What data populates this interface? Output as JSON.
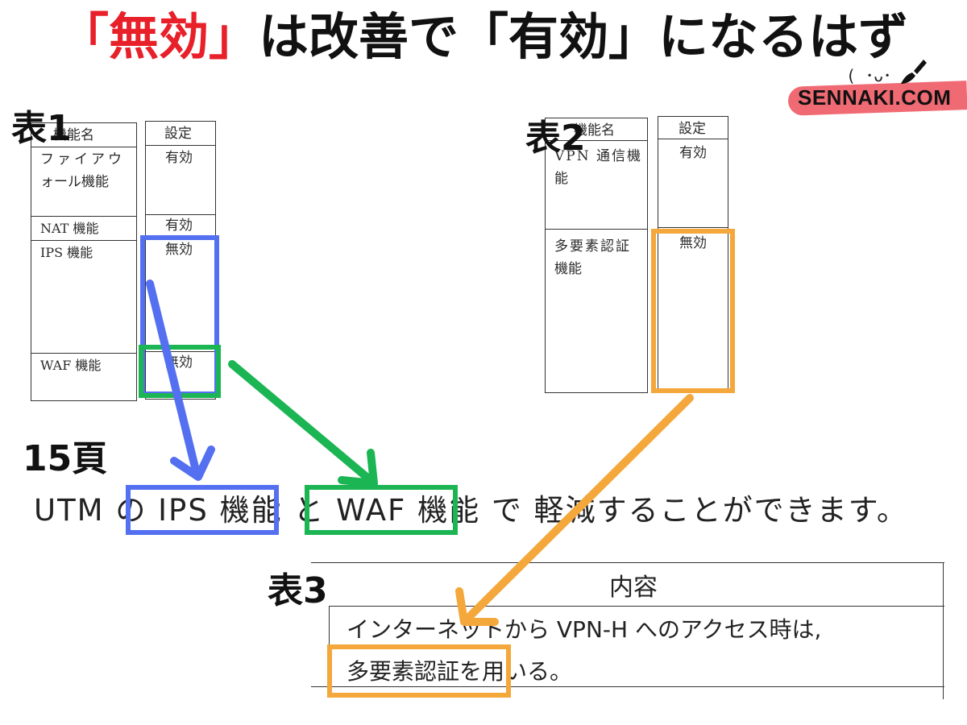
{
  "title": {
    "q_open": "「",
    "mukou": "無効",
    "q_close": "」",
    "mid": "は改善で",
    "q_open2": "「",
    "yuukou": "有効",
    "q_close2": "」",
    "tail": "になるはず"
  },
  "logo": {
    "face": "( ･ᴗ･ ",
    "text": "SENNAKI.COM"
  },
  "labels": {
    "table1": "表1",
    "table2": "表2",
    "table3": "表3",
    "page": "15頁"
  },
  "table1": {
    "header_name": "機能名",
    "header_setting": "設定",
    "rows": [
      {
        "name": "ファイアウ",
        "name2": "ォール機能",
        "setting": "有効"
      },
      {
        "name": "NAT 機能",
        "setting": "有効"
      },
      {
        "name": "IPS 機能",
        "setting": "無効"
      },
      {
        "name": "WAF 機能",
        "setting": "無効"
      }
    ]
  },
  "table2": {
    "header_name": "機能名",
    "header_setting": "設定",
    "rows": [
      {
        "name": "VPN 通信機",
        "name2": "能",
        "setting": "有効"
      },
      {
        "name": "多要素認証",
        "name2": "機能",
        "setting": "無効"
      }
    ]
  },
  "sentence": {
    "p1": "UTM の ",
    "ips": "IPS 機能",
    "p2": " と ",
    "waf": "WAF 機能",
    "p3": " で  軽減することができます。"
  },
  "table3": {
    "header": "内容",
    "line1": "インターネットから VPN-H へのアクセス時は,",
    "line2a": "多要素認証",
    "line2b": "を用いる。"
  },
  "colors": {
    "red": "#e8202a",
    "blue": "#5470f0",
    "green": "#1bb553",
    "orange": "#f4a73b",
    "logo_band": "#f06a73"
  }
}
